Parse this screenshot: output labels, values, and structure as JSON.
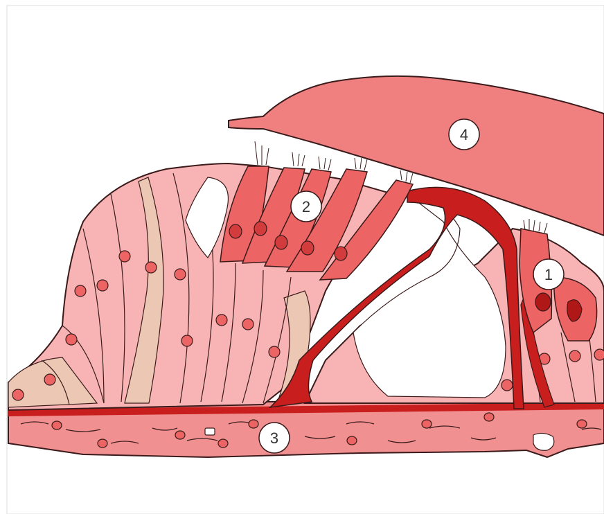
{
  "diagram": {
    "labels": [
      {
        "id": "label-1",
        "text": "1"
      },
      {
        "id": "label-2",
        "text": "2"
      },
      {
        "id": "label-3",
        "text": "3"
      },
      {
        "id": "label-4",
        "text": "4"
      }
    ],
    "colors": {
      "background": "#ffffff",
      "frame": "#dddddd",
      "tectorial": "#f08080",
      "cell_light": "#f8b4b4",
      "cell_pale": "#f3c3b8",
      "cell_beige": "#ecc8b4",
      "hair_cell": "#ec6464",
      "nucleus": "#d23c3c",
      "nucleus_dark": "#b01818",
      "pillar": "#c81e1e",
      "basilar": "#f09090",
      "outline": "#3a1a1a"
    }
  }
}
